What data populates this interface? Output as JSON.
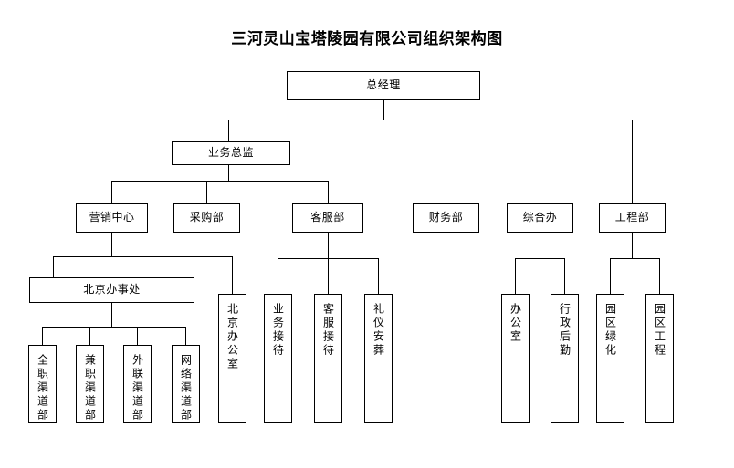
{
  "title": "三河灵山宝塔陵园有限公司组织架构图",
  "nodes": {
    "general_manager": "总经理",
    "business_director": "业务总监",
    "marketing_center": "营销中心",
    "purchasing_dept": "采购部",
    "customer_service_dept": "客服部",
    "finance_dept": "财务部",
    "general_office": "综合办",
    "engineering_dept": "工程部",
    "beijing_branch": "北京办事处",
    "beijing_office_room": "北京办公室",
    "fulltime_channel_dept": "全职渠道部",
    "parttime_channel_dept": "兼职渠道部",
    "liaison_channel_dept": "外联渠道部",
    "network_channel_dept": "网络渠道部",
    "business_reception": "业务接待",
    "service_reception": "客服接待",
    "ceremony_burial": "礼仪安葬",
    "office_room": "办公室",
    "admin_logistics": "行政后勤",
    "park_landscaping": "园区绿化",
    "park_engineering": "园区工程"
  },
  "style": {
    "line_color": "#000000",
    "box_fill": "#ffffff",
    "text_color": "#000000"
  }
}
